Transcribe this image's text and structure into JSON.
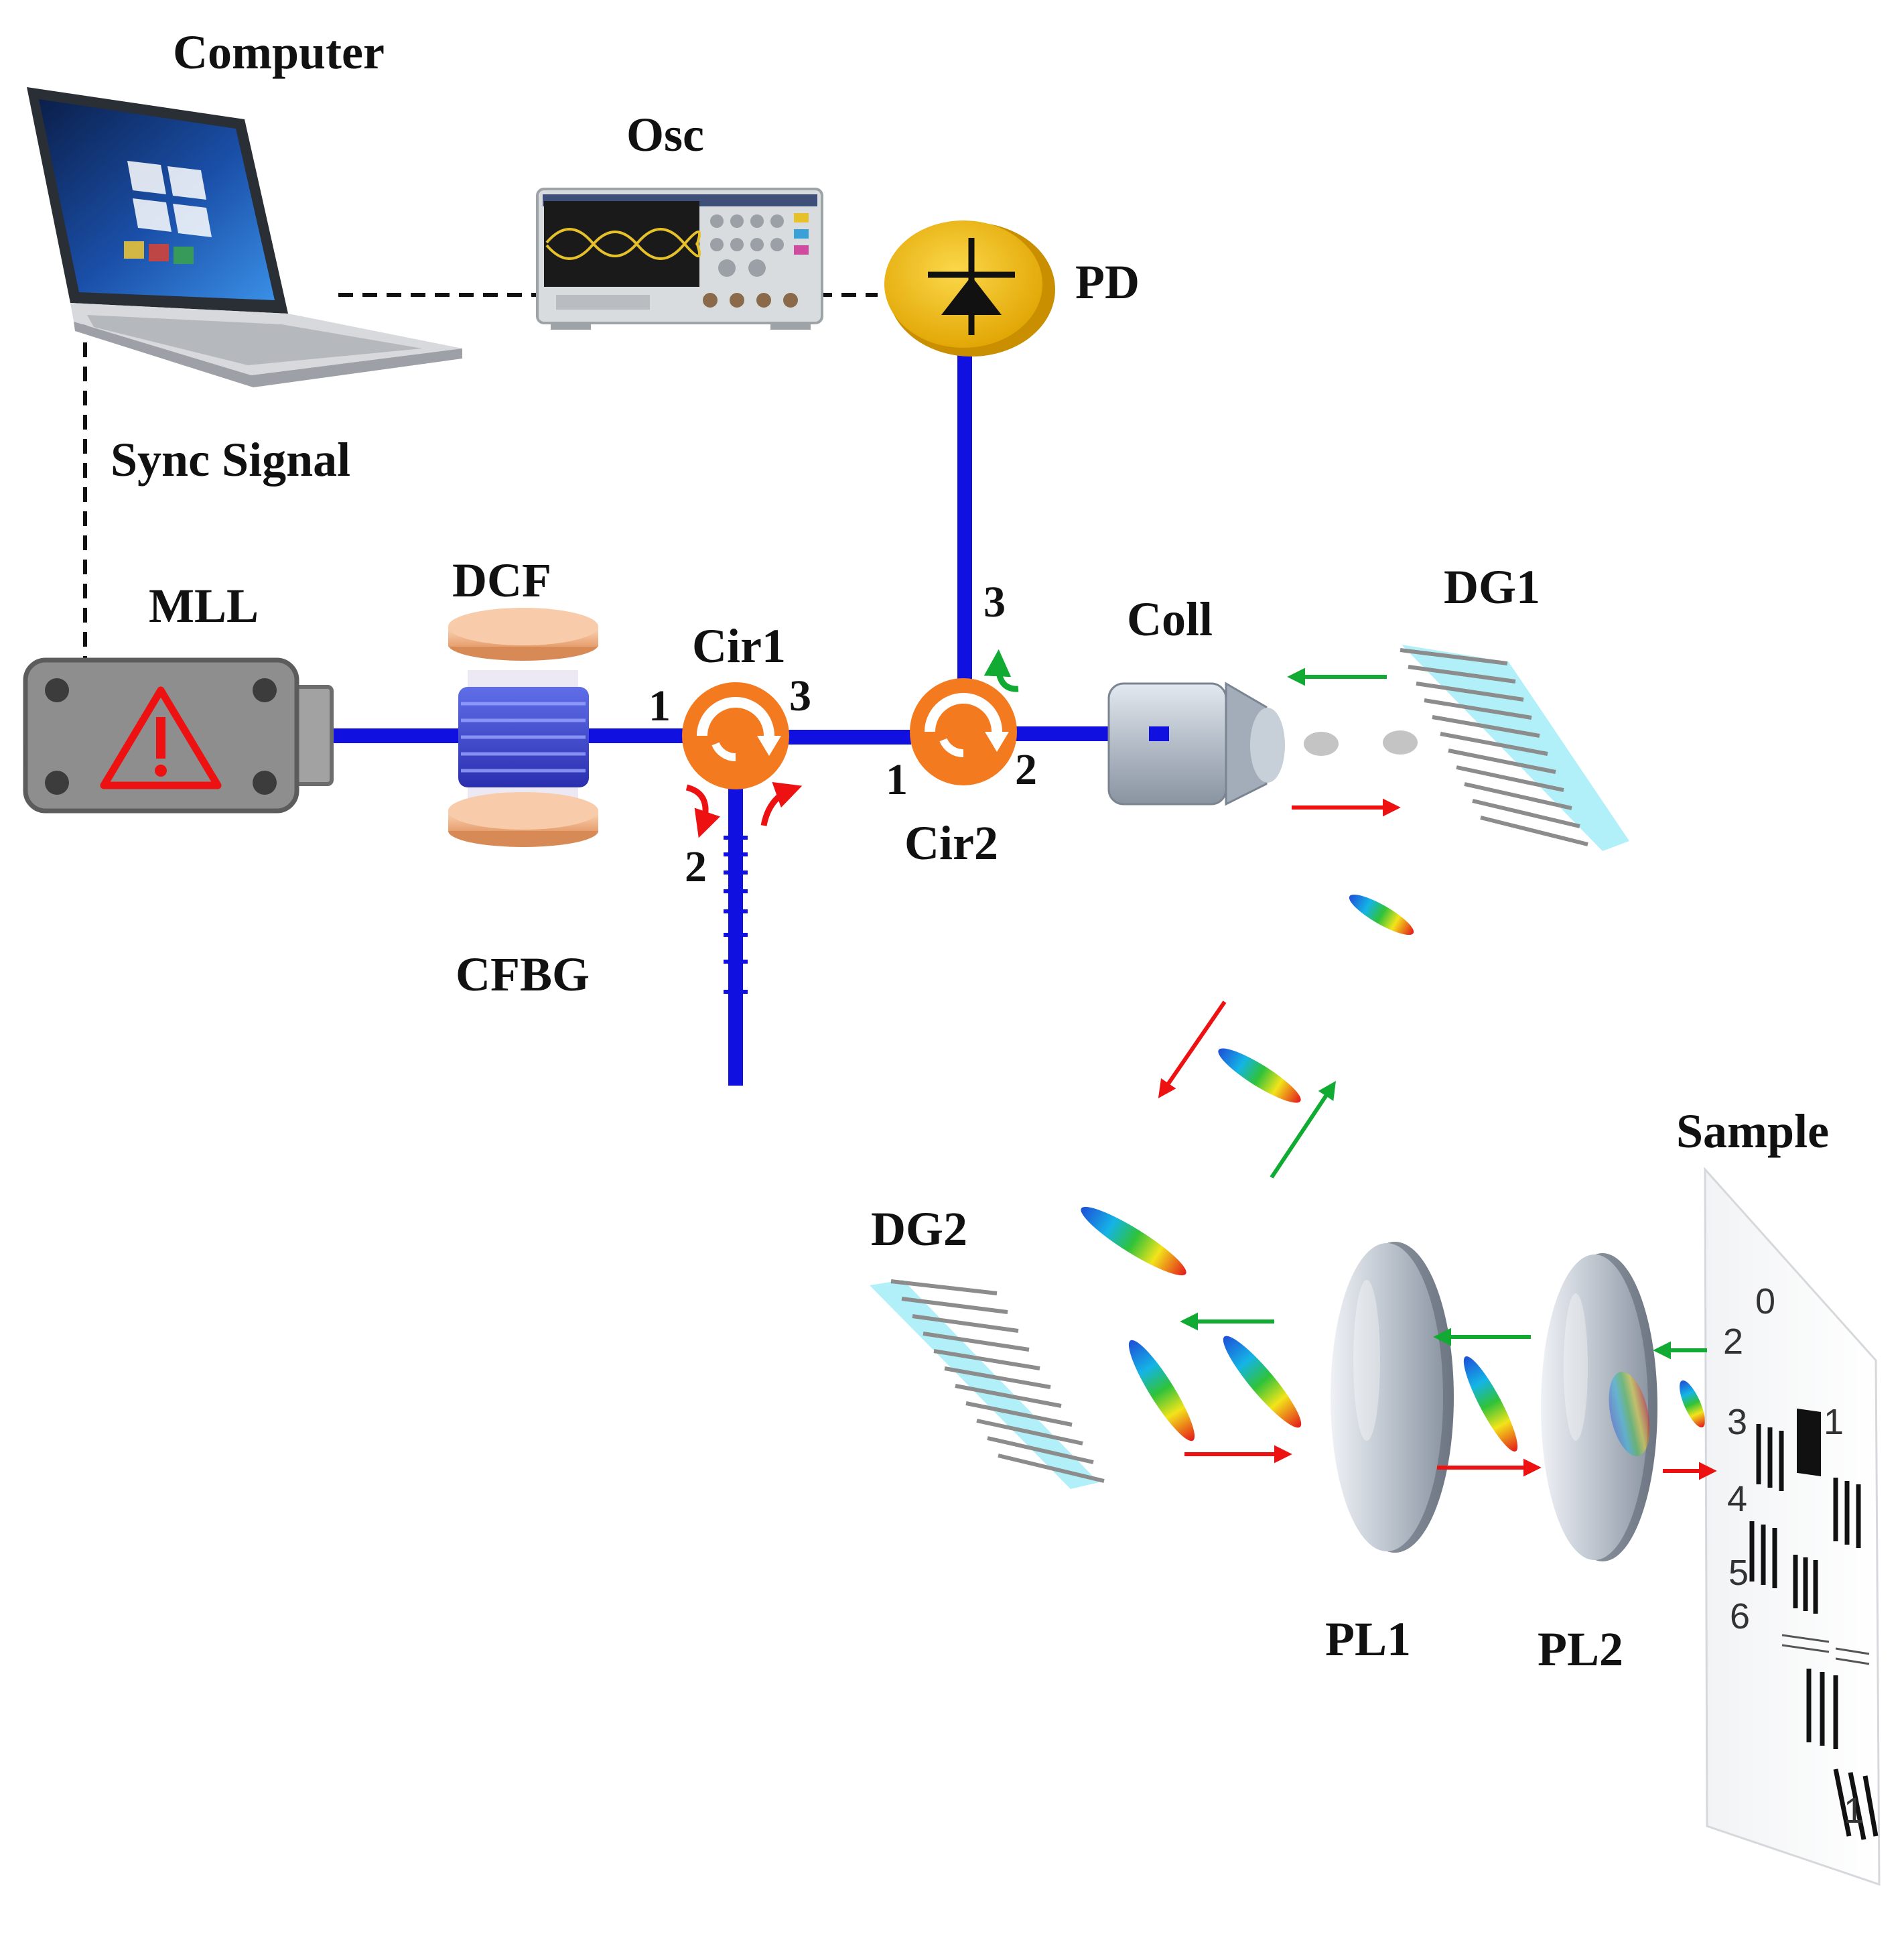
{
  "labels": {
    "computer": "Computer",
    "osc": "Osc",
    "pd": "PD",
    "sync_signal": "Sync Signal",
    "mll": "MLL",
    "dcf": "DCF",
    "cir1": "Cir1",
    "cir2": "Cir2",
    "coll": "Coll",
    "dg1": "DG1",
    "dg2": "DG2",
    "cfbg": "CFBG",
    "sample": "Sample",
    "pl1": "PL1",
    "pl2": "PL2"
  },
  "ports": {
    "cir1_1": "1",
    "cir1_2": "2",
    "cir1_3": "3",
    "cir2_1": "1",
    "cir2_2": "2",
    "cir2_3": "3"
  },
  "target_marks": [
    "0",
    "2",
    "1",
    "3",
    "4",
    "5",
    "6",
    "1"
  ],
  "colors": {
    "fiber": "#1010e0",
    "circulator": "#f47a20",
    "forward_arrow": "#ee1111",
    "return_arrow": "#11aa33",
    "photodiode": "#f2b807",
    "laser_body": "#8e8e8e",
    "warning": "#ee1111",
    "grating_edge": "#9fe6f2"
  }
}
